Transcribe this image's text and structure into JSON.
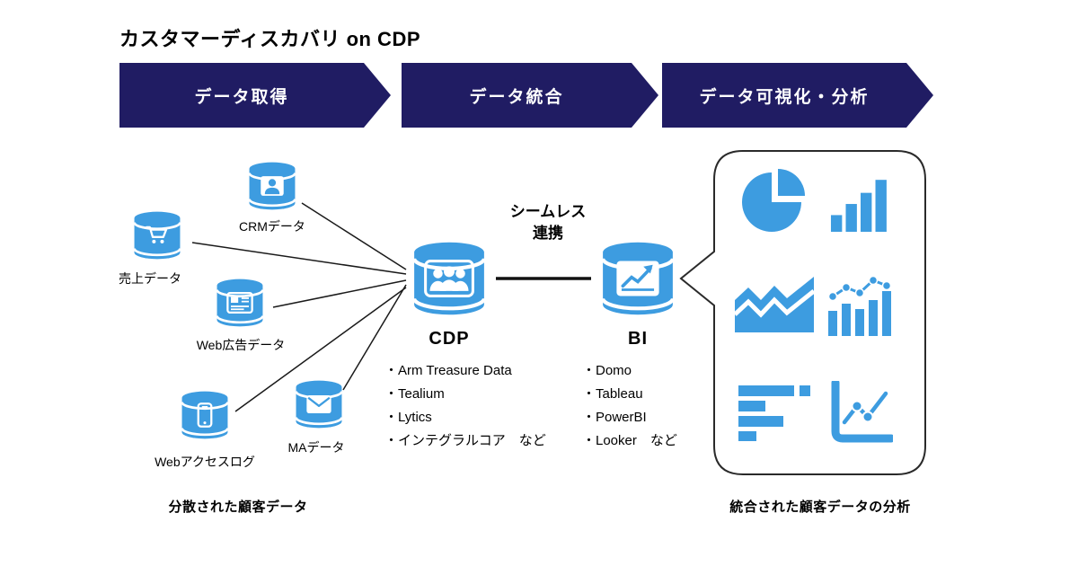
{
  "title": "カスタマーディスカバリ on CDP",
  "colors": {
    "navy": "#201c63",
    "blue": "#3d9ce0",
    "background": "#ffffff"
  },
  "steps": [
    {
      "label": "データ取得"
    },
    {
      "label": "データ統合"
    },
    {
      "label": "データ可視化・分析"
    }
  ],
  "sources": [
    {
      "label": "CRMデータ",
      "icon": "crm-database-icon"
    },
    {
      "label": "売上データ",
      "icon": "sales-cart-database-icon"
    },
    {
      "label": "Web広告データ",
      "icon": "web-ad-database-icon"
    },
    {
      "label": "Webアクセスログ",
      "icon": "web-access-log-database-icon"
    },
    {
      "label": "MAデータ",
      "icon": "ma-mail-database-icon"
    }
  ],
  "cdp": {
    "label": "CDP",
    "icon": "cdp-people-database-icon",
    "items": [
      "・Arm Treasure Data",
      "・Tealium",
      "・Lytics",
      "・インテグラルコア　など"
    ]
  },
  "bi": {
    "label": "BI",
    "icon": "bi-chart-database-icon",
    "items": [
      "・Domo",
      "・Tableau",
      "・PowerBI",
      "・Looker　など"
    ]
  },
  "link": {
    "line1": "シームレス",
    "line2": "連携"
  },
  "bubble": {
    "icons": [
      "pie-chart-icon",
      "bar-chart-icon",
      "area-chart-icon",
      "line-dot-bar-chart-icon",
      "horizontal-bar-chart-icon",
      "axis-line-chart-icon"
    ]
  },
  "captions": {
    "left": "分散された顧客データ",
    "right": "統合された顧客データの分析"
  }
}
